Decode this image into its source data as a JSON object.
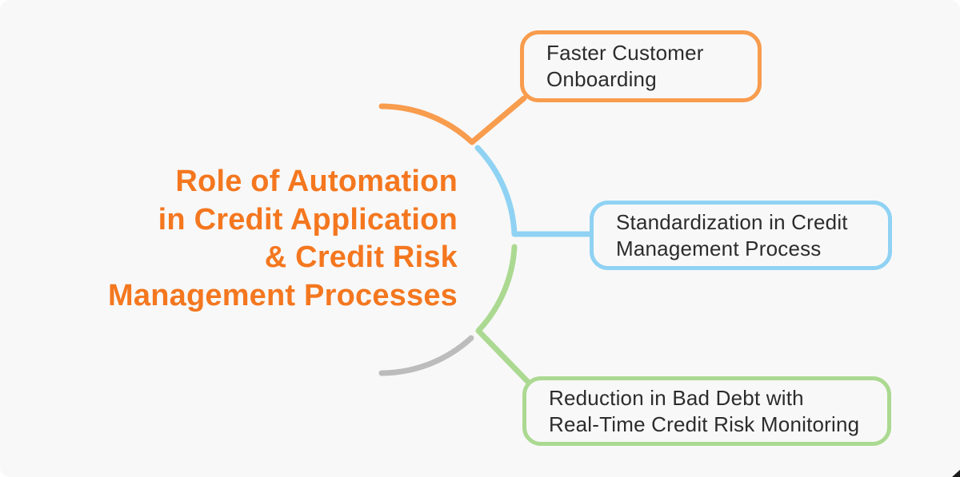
{
  "central_topic": {
    "text": "Role of Automation\nin Credit Application\n& Credit Risk\nManagement Processes",
    "color": "#F4771F"
  },
  "branches": [
    {
      "id": "faster-customer-onboarding",
      "label": "Faster Customer\nOnboarding",
      "color": "#F89C4E"
    },
    {
      "id": "standardization-in-credit-management",
      "label": "Standardization in Credit\nManagement Process",
      "color": "#8FD2F3"
    },
    {
      "id": "reduction-in-bad-debt",
      "label": "Reduction in Bad Debt with\nReal-Time Credit Risk Monitoring",
      "color": "#ABD991"
    }
  ],
  "trunk": {
    "color": "#BCBCBC"
  },
  "theme": {
    "page_background": "#FFFFFF",
    "panel_background": "#F8F8F8",
    "node_background": "#F8F8F8",
    "node_text_color": "#2C2C2C",
    "corner_artifact_color": "#1C1C1C"
  }
}
